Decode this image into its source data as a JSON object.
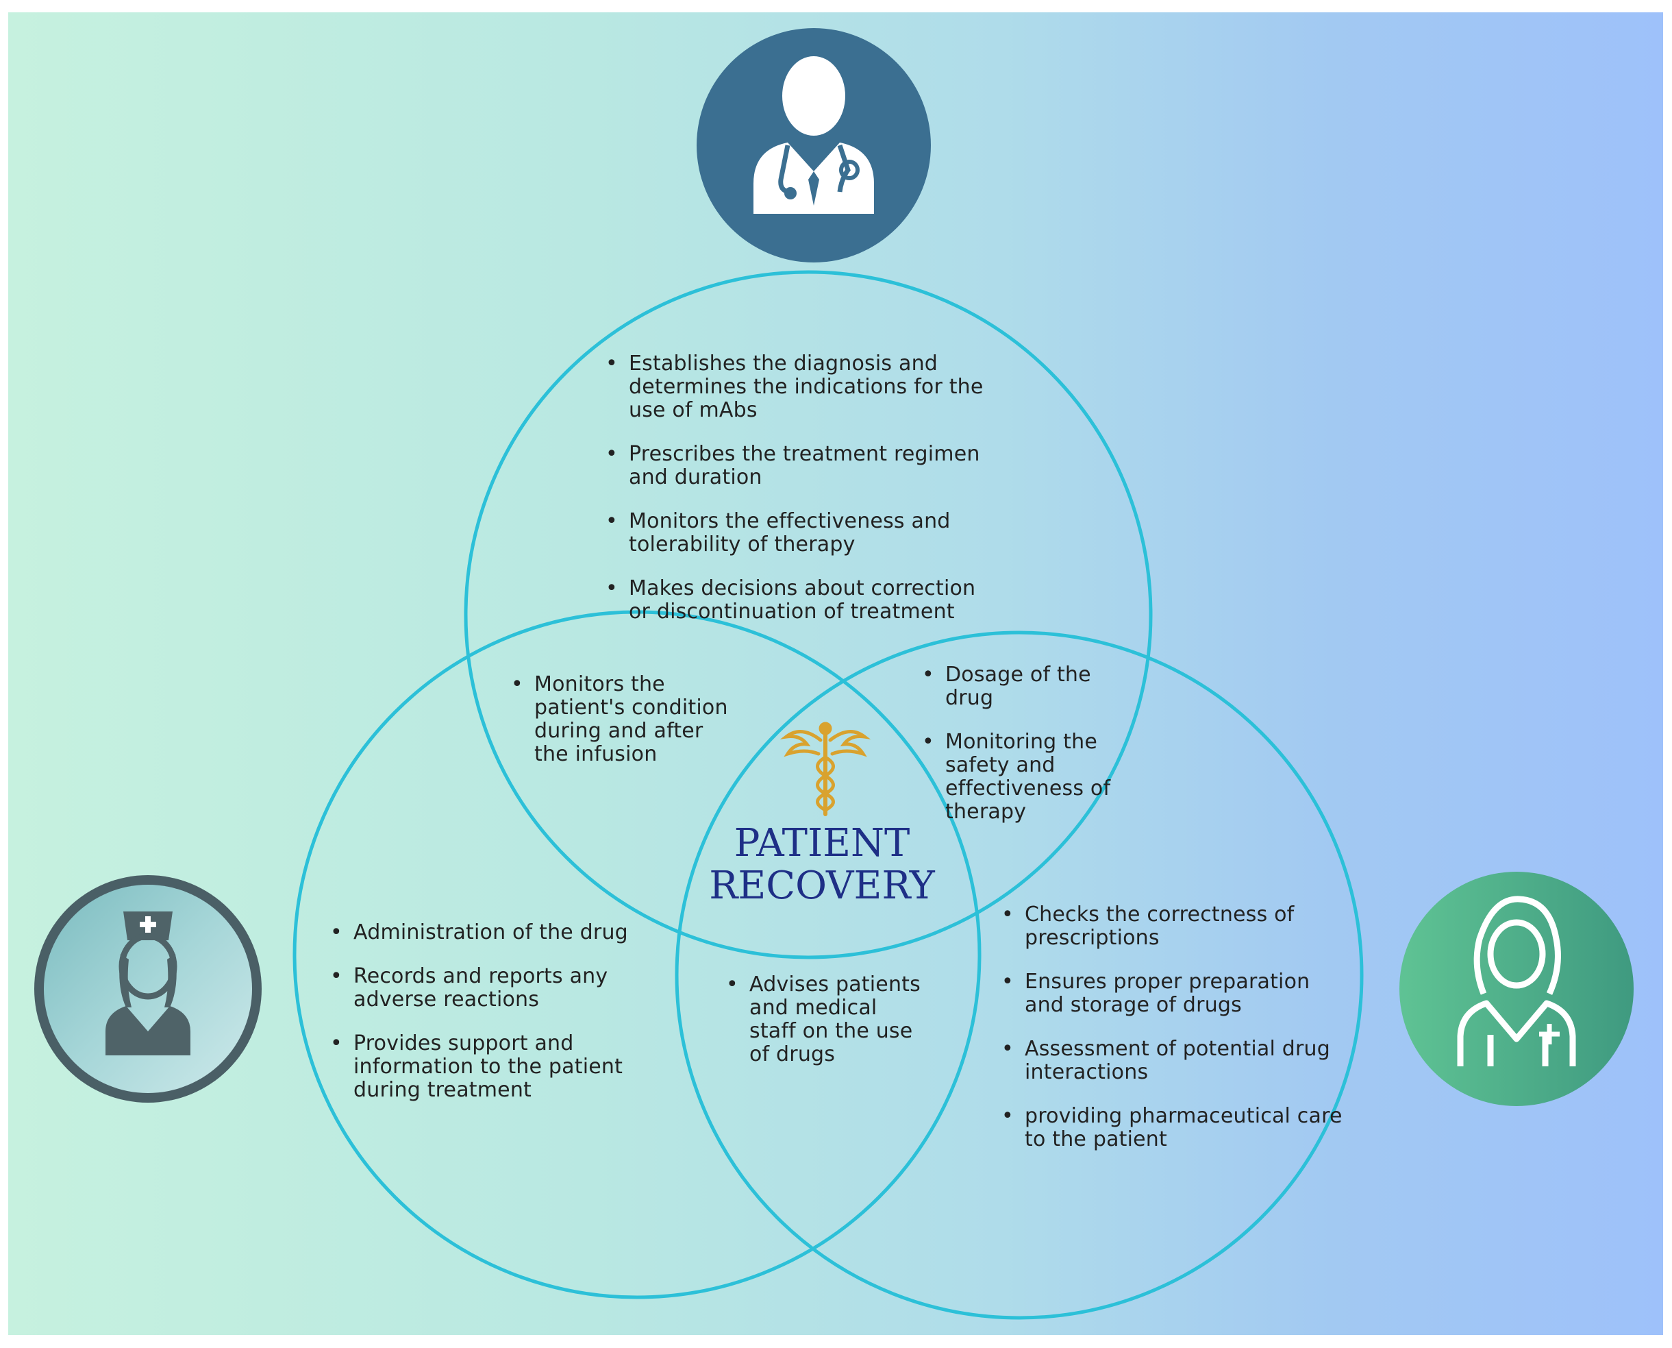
{
  "colors": {
    "circle_stroke": "#2cc0d8",
    "doctor_badge": "#3b6f91",
    "nurse_badge": "#8fc3c7",
    "nurse_ring": "#4a5f66",
    "pharmacist_badge": "#4aa889",
    "title": "#1e2f86",
    "caduceus": "#d9a22e"
  },
  "icons": {
    "doctor": "doctor-with-stethoscope-icon",
    "nurse": "nurse-icon",
    "pharmacist": "pharmacist-icon",
    "center": "caduceus-icon"
  },
  "center_title": {
    "line1": "PATIENT",
    "line2": "RECOVERY"
  },
  "doctor_items": [
    "Establishes the diagnosis and determines the indications for the use of mAbs",
    "Prescribes the treatment regimen and duration",
    "Monitors the effectiveness and tolerability of therapy",
    "Makes decisions about correction or discontinuation of treatment"
  ],
  "doctor_nurse_items": [
    "Monitors the patient's condition during and after the infusion"
  ],
  "doctor_pharmacist_items": [
    "Dosage of the drug",
    "Monitoring the safety and effectiveness of therapy"
  ],
  "nurse_items": [
    "Administration of the drug",
    "Records and reports any adverse reactions",
    "Provides support and information to the patient during treatment"
  ],
  "nurse_pharmacist_items": [
    "Advises patients and medical staff on the use of drugs"
  ],
  "pharmacist_items": [
    "Checks the correctness of prescriptions",
    "Ensures proper preparation and storage of drugs",
    "Assessment of potential drug interactions",
    "providing pharmaceutical care to the patient"
  ]
}
